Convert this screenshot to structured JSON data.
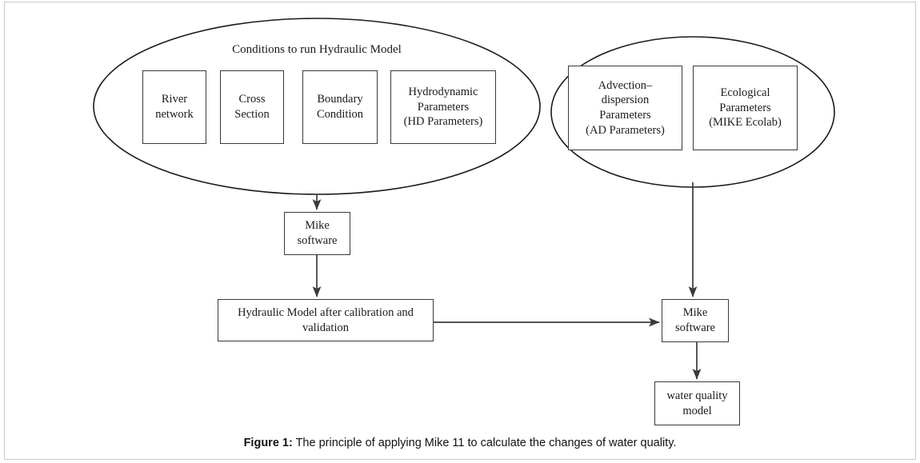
{
  "figure": {
    "caption_label": "Figure 1:",
    "caption_text": " The principle of applying Mike 11 to calculate the changes of water quality.",
    "background_color": "#ffffff",
    "line_color": "#3a3a3a",
    "text_color": "#1b1b1b"
  },
  "groups": [
    {
      "id": "hydraulic-conditions",
      "title": "Conditions to run Hydraulic Model",
      "shape": "ellipse"
    },
    {
      "id": "quality-conditions",
      "title": "",
      "shape": "ellipse"
    }
  ],
  "nodes": {
    "river_network": "River\nnetwork",
    "cross_section": "Cross\nSection",
    "boundary_condition": "Boundary\nCondition",
    "hydrodynamic_parameters": "Hydrodynamic\nParameters\n(HD Parameters)",
    "advection_dispersion": "Advection–\ndispersion\nParameters\n(AD Parameters)",
    "ecological_parameters": "Ecological\nParameters\n(MIKE Ecolab)",
    "mike_software_left": "Mike\nsoftware",
    "hydraulic_model_calibrated": "Hydraulic Model after calibration and\nvalidation",
    "mike_software_right": "Mike\nsoftware",
    "water_quality_model": "water quality\nmodel"
  },
  "edges": [
    {
      "from": "hydraulic-conditions",
      "to": "mike_software_left",
      "type": "arrow-down"
    },
    {
      "from": "mike_software_left",
      "to": "hydraulic_model_calibrated",
      "type": "arrow-down"
    },
    {
      "from": "hydraulic_model_calibrated",
      "to": "mike_software_right",
      "type": "arrow-right"
    },
    {
      "from": "quality-conditions",
      "to": "mike_software_right",
      "type": "arrow-down"
    },
    {
      "from": "mike_software_right",
      "to": "water_quality_model",
      "type": "arrow-down"
    }
  ]
}
